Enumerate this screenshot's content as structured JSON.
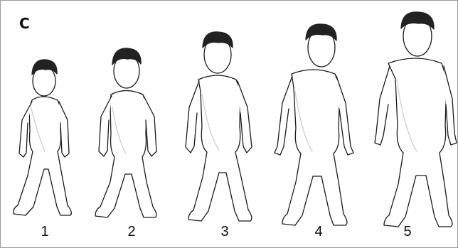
{
  "panel": {
    "letter": "C"
  },
  "figures": [
    {
      "stage_label": "1"
    },
    {
      "stage_label": "2"
    },
    {
      "stage_label": "3"
    },
    {
      "stage_label": "4"
    },
    {
      "stage_label": "5"
    }
  ],
  "colors": {
    "line": "#1a1a1a",
    "hair": "#222222",
    "skin_shade": "#e4e4e4",
    "frame": "#9a9a9a"
  }
}
